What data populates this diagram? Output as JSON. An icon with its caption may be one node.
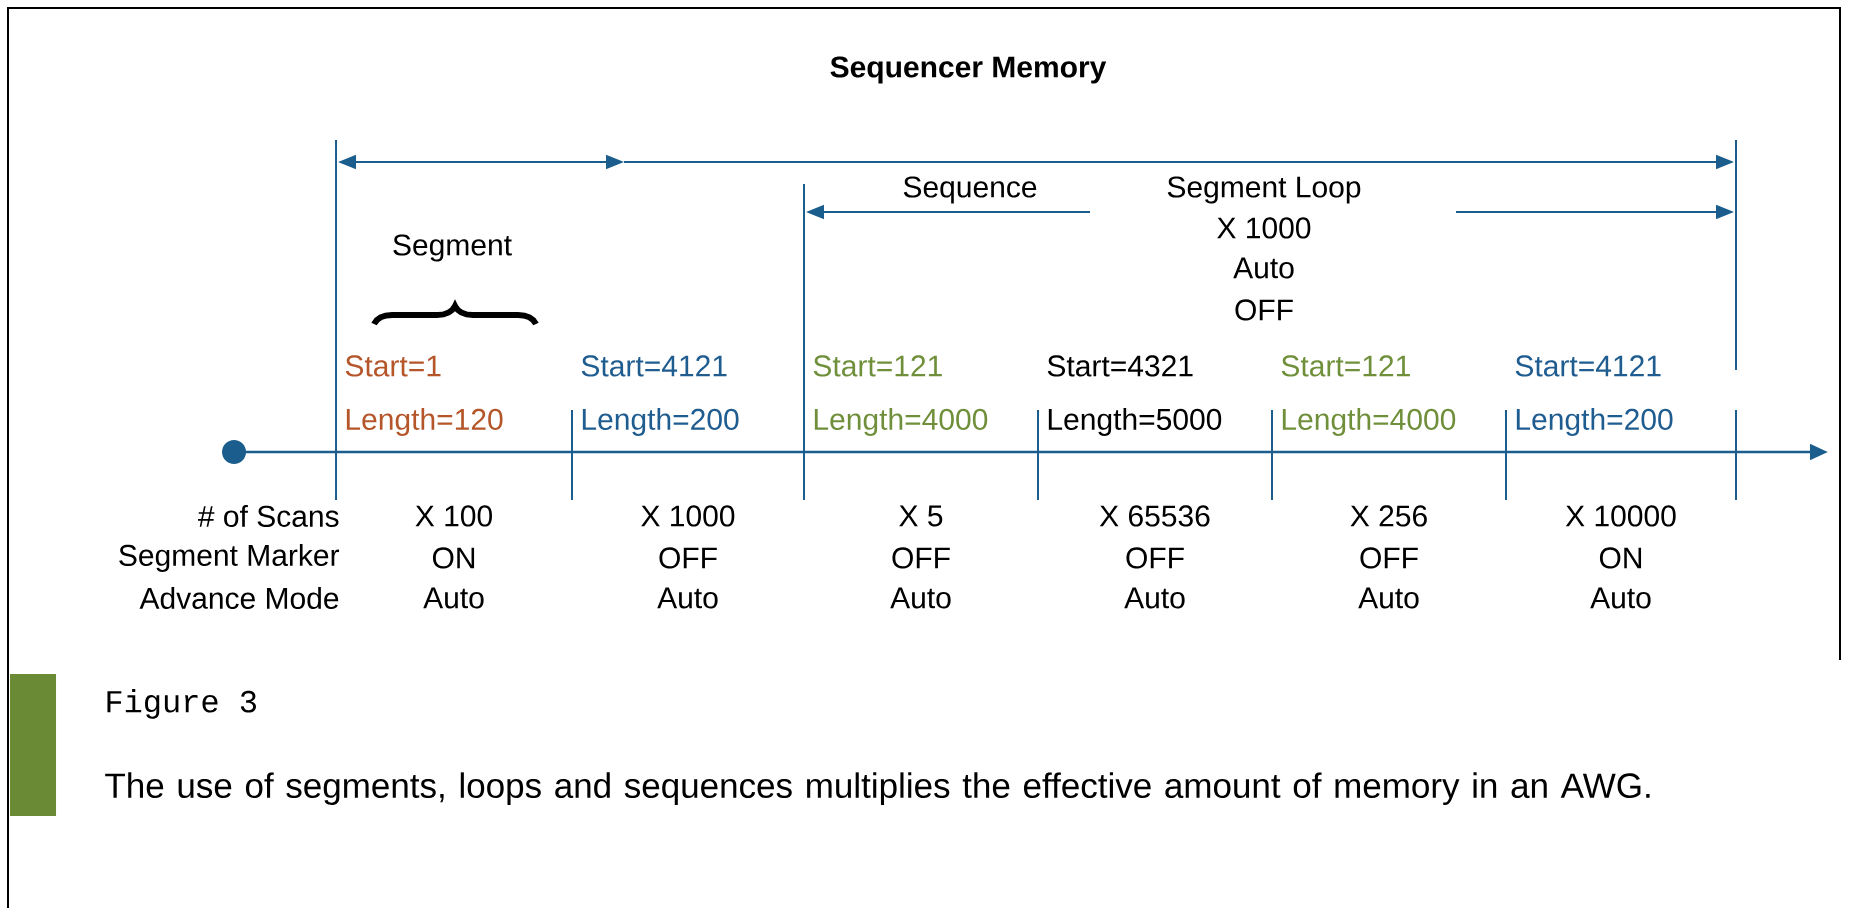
{
  "diagram": {
    "title": "Sequencer Memory",
    "caption": "The use of segments, loops and sequences multiplies the effective amount of memory in an AWG.",
    "labels": [
      "Sequence",
      "Segment Loop",
      "X 1000",
      "Auto",
      "OFF",
      "Segment",
      "Start=1",
      "Start=4121",
      "Start=121",
      "Start=4321",
      "Start=121",
      "Start=4121",
      "Length=120",
      "Length=200",
      "Length=4000",
      "Length=5000",
      "Length=4000",
      "Length=200",
      "# of Scans",
      "Segment Marker",
      "Advance Mode",
      "X 100",
      "X 1000",
      "X 5",
      "X 65536",
      "X 256",
      "X 10000",
      "ON",
      "OFF",
      "OFF",
      "OFF",
      "OFF",
      "ON",
      "Auto",
      "Auto",
      "Auto",
      "Auto",
      "Auto",
      "Auto",
      "Figure 3"
    ]
  }
}
